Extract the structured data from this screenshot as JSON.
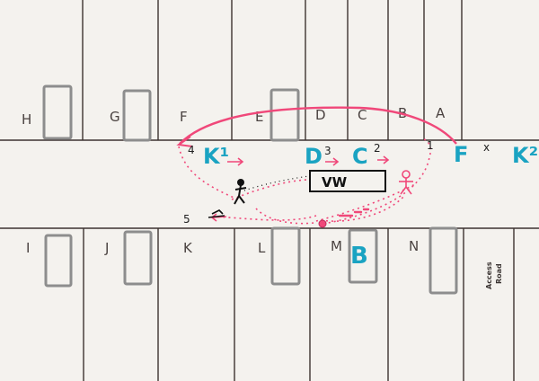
{
  "lots_north": [
    {
      "id": "H"
    },
    {
      "id": "G"
    },
    {
      "id": "F"
    },
    {
      "id": "E"
    },
    {
      "id": "D"
    },
    {
      "id": "C"
    },
    {
      "id": "B"
    },
    {
      "id": "A"
    }
  ],
  "lots_south": [
    {
      "id": "I"
    },
    {
      "id": "J"
    },
    {
      "id": "K"
    },
    {
      "id": "L"
    },
    {
      "id": "M"
    },
    {
      "id": "N"
    }
  ],
  "access_road": {
    "label_line1": "Access",
    "label_line2": "Road"
  },
  "vehicle": {
    "label": "VW"
  },
  "markers": {
    "k1": "K¹",
    "k2": "K²",
    "d": "D",
    "c": "C",
    "f": "F",
    "b": "B",
    "x": "x"
  },
  "steps": [
    "1",
    "2",
    "3",
    "4",
    "5"
  ],
  "colors": {
    "paper": "#f4f2ee",
    "ink": "#3d3330",
    "pink": "#f0487a",
    "teal": "#1aa3c2",
    "house": "#8d8d8d"
  }
}
